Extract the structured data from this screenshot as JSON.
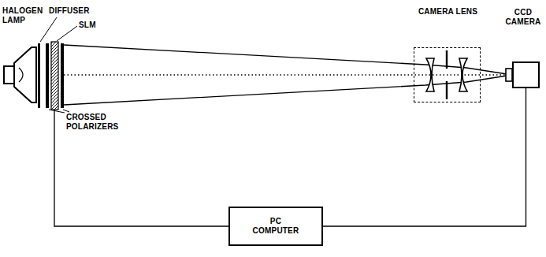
{
  "diagram": {
    "nodes": [
      {
        "text": [
          "CAMERA LENS"
        ]
      },
      {
        "text": [
          "CCD CAMERA"
        ]
      },
      {
        "text": [
          "PC COMPUTER"
        ]
      }
    ],
    "edges": [
      {
        "from": 2,
        "to": 1,
        "arrow": "none"
      }
    ],
    "labels": [
      "HALOGEN LAMP",
      "DIFFUSER",
      "SLM",
      "CROSSED POLARIZERS"
    ]
  }
}
